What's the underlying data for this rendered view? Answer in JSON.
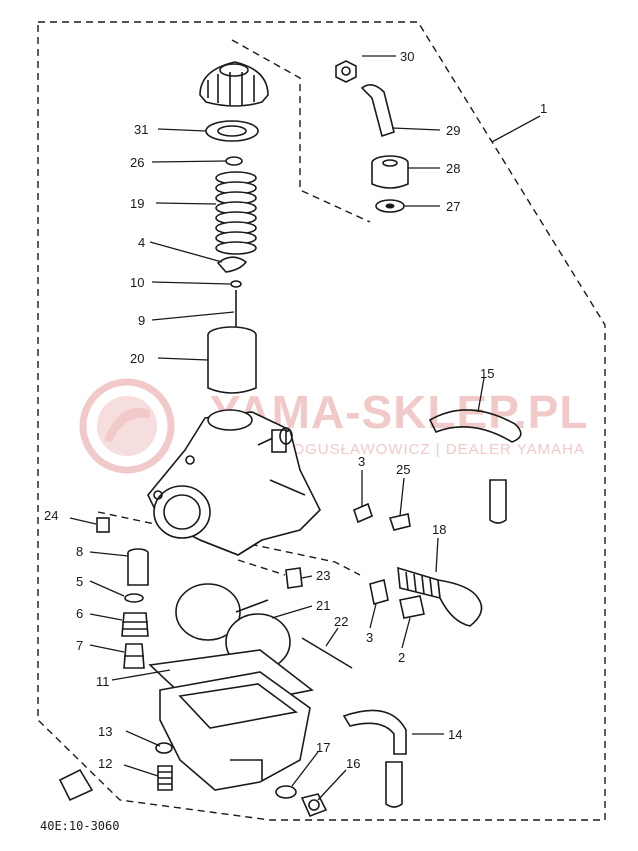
{
  "diagram_code": "40E:10-3060",
  "watermark": {
    "title": "YAMA-SKLEP.PL",
    "subtitle": "WOJCIK BOGUSŁAWOWICZ | DEALER YAMAHA"
  },
  "callouts": [
    {
      "id": "c30",
      "label": "30"
    },
    {
      "id": "c29",
      "label": "29"
    },
    {
      "id": "c28",
      "label": "28"
    },
    {
      "id": "c27",
      "label": "27"
    },
    {
      "id": "c1a",
      "label": "1"
    },
    {
      "id": "c31",
      "label": "31"
    },
    {
      "id": "c26",
      "label": "26"
    },
    {
      "id": "c19",
      "label": "19"
    },
    {
      "id": "c4",
      "label": "4"
    },
    {
      "id": "c10",
      "label": "10"
    },
    {
      "id": "c9",
      "label": "9"
    },
    {
      "id": "c20",
      "label": "20"
    },
    {
      "id": "c15",
      "label": "15"
    },
    {
      "id": "c3a",
      "label": "3"
    },
    {
      "id": "c25",
      "label": "25"
    },
    {
      "id": "c18",
      "label": "18"
    },
    {
      "id": "c24",
      "label": "24"
    },
    {
      "id": "c8",
      "label": "8"
    },
    {
      "id": "c23",
      "label": "23"
    },
    {
      "id": "c5",
      "label": "5"
    },
    {
      "id": "c21",
      "label": "21"
    },
    {
      "id": "c6",
      "label": "6"
    },
    {
      "id": "c22",
      "label": "22"
    },
    {
      "id": "c3b",
      "label": "3"
    },
    {
      "id": "c2",
      "label": "2"
    },
    {
      "id": "c7",
      "label": "7"
    },
    {
      "id": "c11",
      "label": "11"
    },
    {
      "id": "c13",
      "label": "13"
    },
    {
      "id": "c14",
      "label": "14"
    },
    {
      "id": "c12",
      "label": "12"
    },
    {
      "id": "c17",
      "label": "17"
    },
    {
      "id": "c16",
      "label": "16"
    }
  ]
}
